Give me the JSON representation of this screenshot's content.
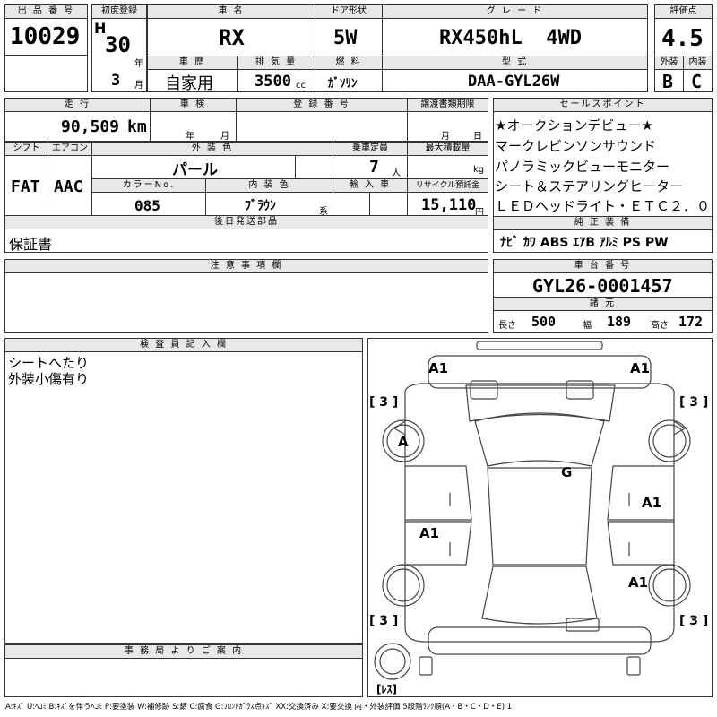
{
  "header": {
    "lot_label": "出 品 番 号",
    "lot_number": "10029",
    "first_reg_label": "初度登録",
    "era": "H",
    "year": "30",
    "year_unit": "年",
    "month": "3",
    "month_unit": "月",
    "car_name_label": "車 名",
    "car_name": "RX",
    "door_label": "ドア形状",
    "door": "5W",
    "grade_label": "グ レ ー ド",
    "grade": "RX450hL  4WD",
    "score_label": "評価点",
    "score": "4.5",
    "history_label": "車 歴",
    "history": "自家用",
    "displacement_label": "排 気 量",
    "displacement": "3500",
    "displacement_unit": "cc",
    "fuel_label": "燃 料",
    "fuel": "ｶﾞｿﾘﾝ",
    "model_label": "型 式",
    "model": "DAA-GYL26W",
    "exterior_label": "外装",
    "exterior_grade": "B",
    "interior_label": "内装",
    "interior_grade": "C"
  },
  "row2": {
    "mileage_label": "走 行",
    "mileage": "90,509",
    "mileage_unit": "km",
    "inspection_label": "車 検",
    "inspection_year": "年",
    "inspection_month": "月",
    "registration_label": "登 録 番 号",
    "transfer_label": "譲渡書類期限",
    "transfer_month": "月",
    "transfer_day": "日",
    "shift_label": "シフト",
    "shift": "FAT",
    "aircon_label": "エアコン",
    "aircon": "AAC",
    "color_label": "外 装 色",
    "color": "パール",
    "capacity_label": "乗車定員",
    "capacity": "7",
    "capacity_unit": "人",
    "max_load_label": "最大積載量",
    "max_load_unit": "kg",
    "color_no_label": "カラーNo.",
    "color_no": "085",
    "interior_color_label": "内 装 色",
    "interior_color": "ﾌﾞﾗｳﾝ",
    "interior_color_unit": "系",
    "import_label": "輸 入 車",
    "recycle_label": "リサイクル預託金",
    "recycle": "15,110",
    "recycle_unit": "円",
    "later_parts_label": "後日発送部品",
    "later_parts": "保証書"
  },
  "sales_points": {
    "label": "セールスポイント",
    "lines": [
      "★オークションデビュー★",
      "マークレビンソンサウンド",
      "パノラミックビューモニター",
      "シート＆ステアリングヒーター",
      "ＬＥＤヘッドライト・ＥＴＣ２．０"
    ],
    "equipment_label": "純 正 装 備",
    "equipment": "ﾅﾋﾞ ｶﾜ ABS ｴｱB ｱﾙﾐ PS PW"
  },
  "notes": {
    "caution_label": "注 意 事 項 欄",
    "chassis_label": "車 台 番 号",
    "chassis": "GYL26-0001457",
    "spec_label": "諸 元",
    "length_label": "長さ",
    "length": "500",
    "width_label": "幅",
    "width": "189",
    "height_label": "高さ",
    "height": "172"
  },
  "inspector": {
    "label": "検 査 員 記 入 欄",
    "lines": [
      "シートへたり",
      "外装小傷有り"
    ],
    "office_label": "事 務 局 よ り ご 案 内"
  },
  "diagram": {
    "marks": [
      "A1",
      "A1",
      "A",
      "G",
      "A1",
      "A1",
      "A1"
    ],
    "tire_labels": [
      "[ 3 ]",
      "[ 3 ]",
      "[ 3 ]",
      "[ 3 ]"
    ],
    "spare_label": "[ﾚｽ]"
  },
  "footer": {
    "legend": "A:ｷｽﾞ U:ﾍｺﾐ B:ｷｽﾞを伴うﾍｺﾐ P:要塗装 W:補修跡 S:錆 C:腐食 G:ﾌﾛﾝﾄｶﾞﾗｽ点ｷｽﾞ XX:交換済み X:要交換  内・外装評価 5段階ﾗﾝｸ順(A・B・C・D・E) 1"
  }
}
